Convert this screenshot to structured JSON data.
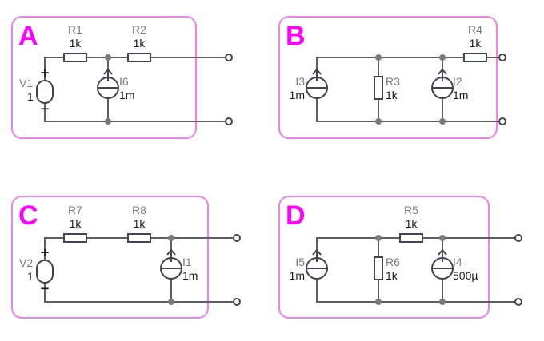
{
  "colors": {
    "box": "#ee82ee",
    "label": "#ff00ff",
    "wire": "#5a5f6b",
    "node": "#7a7a7a"
  },
  "circuits": {
    "A": {
      "label": "A",
      "V1": {
        "name": "V1",
        "value": "1"
      },
      "R1": {
        "name": "R1",
        "value": "1k"
      },
      "R2": {
        "name": "R2",
        "value": "1k"
      },
      "I6": {
        "name": "I6",
        "value": "1m"
      }
    },
    "B": {
      "label": "B",
      "I3": {
        "name": "I3",
        "value": "1m"
      },
      "R3": {
        "name": "R3",
        "value": "1k"
      },
      "I2": {
        "name": "I2",
        "value": "1m"
      },
      "R4": {
        "name": "R4",
        "value": "1k"
      }
    },
    "C": {
      "label": "C",
      "V2": {
        "name": "V2",
        "value": "1"
      },
      "R7": {
        "name": "R7",
        "value": "1k"
      },
      "R8": {
        "name": "R8",
        "value": "1k"
      },
      "I1": {
        "name": "I1",
        "value": "1m"
      }
    },
    "D": {
      "label": "D",
      "I5": {
        "name": "I5",
        "value": "1m"
      },
      "R6": {
        "name": "R6",
        "value": "1k"
      },
      "R5": {
        "name": "R5",
        "value": "1k"
      },
      "I4": {
        "name": "I4",
        "value": "500µ"
      }
    }
  }
}
